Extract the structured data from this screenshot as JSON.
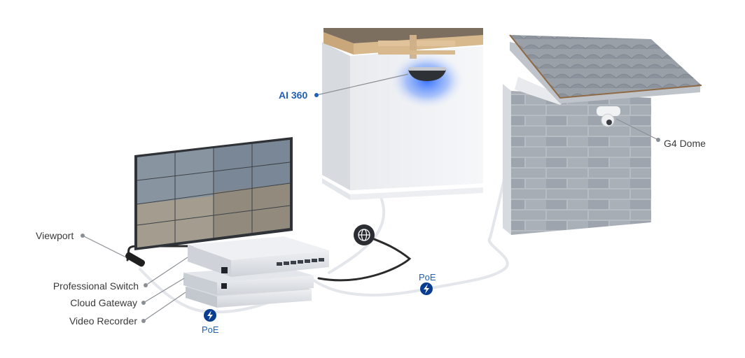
{
  "labels": {
    "ai360": "AI 360",
    "g4dome": "G4 Dome",
    "viewport": "Viewport",
    "professional_switch": "Professional Switch",
    "cloud_gateway": "Cloud Gateway",
    "video_recorder": "Video Recorder",
    "poe_left": "PoE",
    "poe_right": "PoE"
  },
  "colors": {
    "accent": "#1f5fb5",
    "badge": "#0a3d8f",
    "text": "#3a3a3a",
    "ai360_glow": "#2f6cff"
  },
  "icons": {
    "internet": "globe-icon",
    "poe": "lightning-bolt-icon"
  }
}
